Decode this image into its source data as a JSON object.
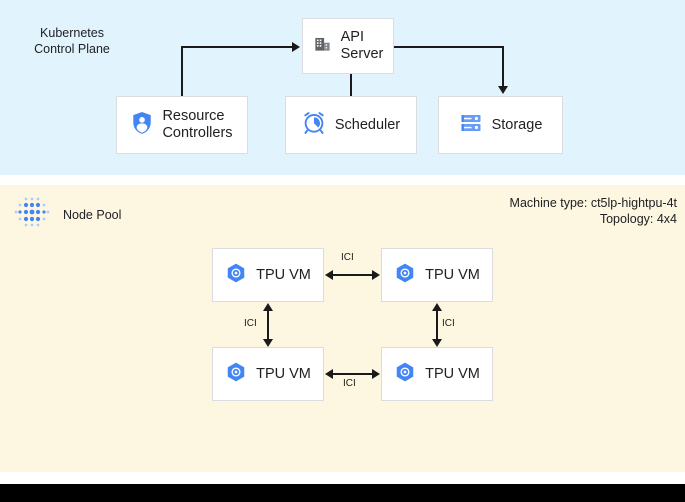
{
  "control_plane": {
    "title": "Kubernetes\nControl Plane",
    "background_color": "#e1f3fd",
    "nodes": [
      {
        "id": "api-server",
        "label": "API\nServer",
        "icon": "building-icon"
      },
      {
        "id": "resource-controllers",
        "label": "Resource\nControllers",
        "icon": "shield-person-icon"
      },
      {
        "id": "scheduler",
        "label": "Scheduler",
        "icon": "alarm-clock-icon"
      },
      {
        "id": "storage",
        "label": "Storage",
        "icon": "server-storage-icon"
      }
    ]
  },
  "node_pool": {
    "title": "Node Pool",
    "icon": "node-pool-dots-icon",
    "background_color": "#fdf6e1",
    "machine_type": "Machine type: ct5lp-hightpu-4t",
    "topology": "Topology: 4x4",
    "vms": [
      {
        "id": "tpu-vm-1",
        "label": "TPU VM",
        "icon": "tpu-hex-icon"
      },
      {
        "id": "tpu-vm-2",
        "label": "TPU VM",
        "icon": "tpu-hex-icon"
      },
      {
        "id": "tpu-vm-3",
        "label": "TPU VM",
        "icon": "tpu-hex-icon"
      },
      {
        "id": "tpu-vm-4",
        "label": "TPU VM",
        "icon": "tpu-hex-icon"
      }
    ],
    "links": [
      {
        "id": "ici-top",
        "label": "ICI"
      },
      {
        "id": "ici-left",
        "label": "ICI"
      },
      {
        "id": "ici-right",
        "label": "ICI"
      },
      {
        "id": "ici-bottom",
        "label": "ICI"
      }
    ]
  },
  "colors": {
    "accent_blue": "#4285f4",
    "icon_grey": "#5f6368",
    "arrow": "#1a1a1a",
    "box_border": "#dadce0",
    "footer": "#000000"
  }
}
